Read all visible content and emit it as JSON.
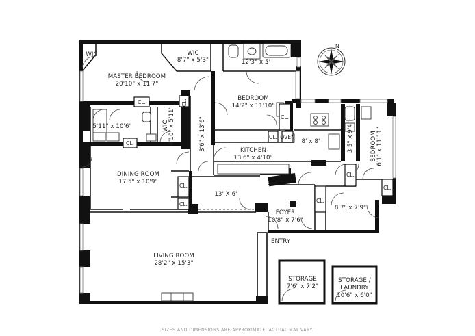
{
  "rooms": {
    "wic_left": {
      "name": "WIC",
      "dim": ""
    },
    "wic_top": {
      "name": "WIC",
      "dim": "8'7\" x 5'3\""
    },
    "bath_top": {
      "name": "",
      "dim": "12'3\" x 5'"
    },
    "master_bedroom": {
      "name": "MASTER BEDROOM",
      "dim": "20'10\" x 11'7\""
    },
    "bedroom_center": {
      "name": "BEDROOM",
      "dim": "14'2\" x 11'10\""
    },
    "bath_left": {
      "name": "",
      "dim": "5'11\" x 10'6\""
    },
    "wic_vert": {
      "name": "WIC",
      "dim": "4'10\" x 5'11\""
    },
    "hall_vert": {
      "name": "",
      "dim": "3'6\" x 13'6\""
    },
    "kitchen": {
      "name": "KITCHEN",
      "dim": "13'6\" x 4'10\""
    },
    "laundry_small": {
      "name": "",
      "dim": "8' x 8'"
    },
    "bath_right": {
      "name": "",
      "dim": "3'5\" x 9'4\""
    },
    "bedroom_right": {
      "name": "BEDROOM",
      "dim": "6'1\" x 11'11\""
    },
    "dining_room": {
      "name": "DINING ROOM",
      "dim": "17'5\" x 10'9\""
    },
    "gallery": {
      "name": "",
      "dim": "13' X 6'"
    },
    "foyer": {
      "name": "FOYER",
      "dim": "10'8\" x 7'6\""
    },
    "back_hall": {
      "name": "",
      "dim": "8'7\" x 7'9\""
    },
    "living_room": {
      "name": "LIVING ROOM",
      "dim": "28'2\" x 15'3\""
    },
    "storage": {
      "name": "STORAGE",
      "dim": "7'6\" x 7'2\""
    },
    "storage_laundry": {
      "name": "STORAGE /",
      "name2": "LAUNDRY",
      "dim": "10'6\" x 6'0\""
    }
  },
  "closet_label": "CL.",
  "oven_label": "OVEN",
  "entry_label": "ENTRY",
  "disclaimer": "SIZES AND DIMENSIONS ARE APPROXIMATE, ACTUAL MAY VARY.",
  "compass": {
    "north_label": "N"
  }
}
